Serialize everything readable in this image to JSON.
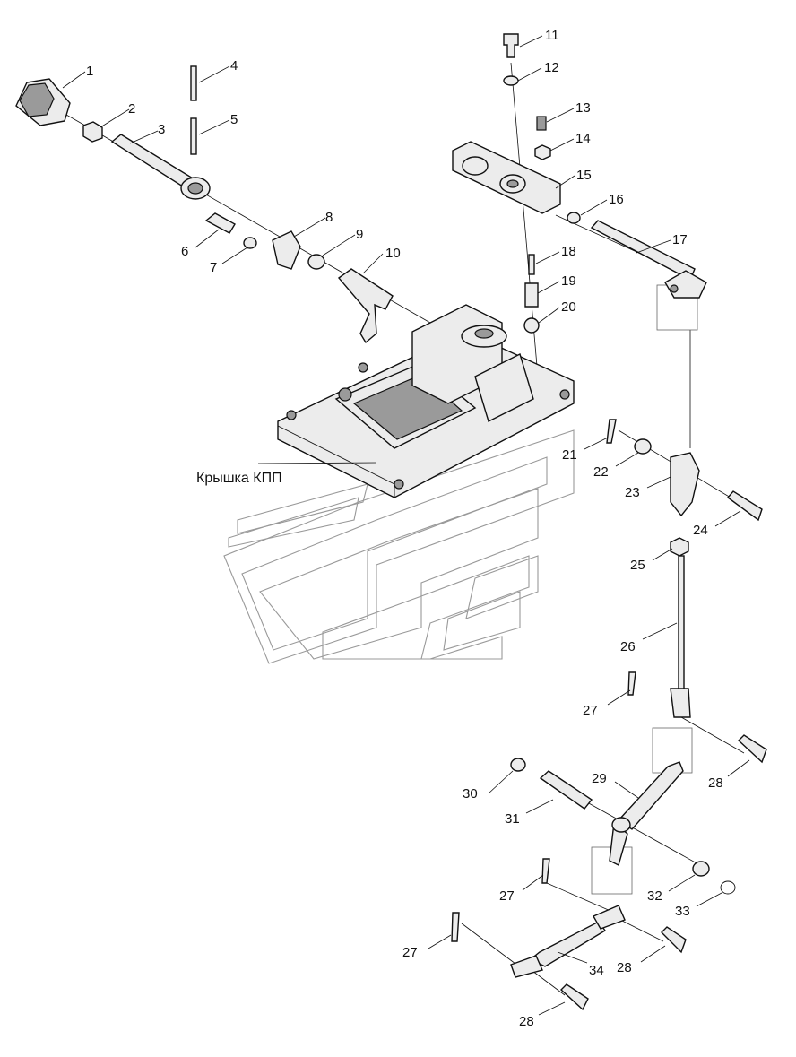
{
  "callouts": [
    {
      "id": "1",
      "label": "1"
    },
    {
      "id": "2",
      "label": "2"
    },
    {
      "id": "3",
      "label": "3"
    },
    {
      "id": "4",
      "label": "4"
    },
    {
      "id": "5",
      "label": "5"
    },
    {
      "id": "6",
      "label": "6"
    },
    {
      "id": "7",
      "label": "7"
    },
    {
      "id": "8",
      "label": "8"
    },
    {
      "id": "9",
      "label": "9"
    },
    {
      "id": "10",
      "label": "10"
    },
    {
      "id": "11",
      "label": "11"
    },
    {
      "id": "12",
      "label": "12"
    },
    {
      "id": "13",
      "label": "13"
    },
    {
      "id": "14",
      "label": "14"
    },
    {
      "id": "15",
      "label": "15"
    },
    {
      "id": "16",
      "label": "16"
    },
    {
      "id": "17",
      "label": "17"
    },
    {
      "id": "18",
      "label": "18"
    },
    {
      "id": "19",
      "label": "19"
    },
    {
      "id": "20",
      "label": "20"
    },
    {
      "id": "21",
      "label": "21"
    },
    {
      "id": "22",
      "label": "22"
    },
    {
      "id": "23",
      "label": "23"
    },
    {
      "id": "24",
      "label": "24"
    },
    {
      "id": "25",
      "label": "25"
    },
    {
      "id": "26",
      "label": "26"
    },
    {
      "id": "27a",
      "label": "27"
    },
    {
      "id": "28a",
      "label": "28"
    },
    {
      "id": "29",
      "label": "29"
    },
    {
      "id": "30",
      "label": "30"
    },
    {
      "id": "31",
      "label": "31"
    },
    {
      "id": "27b",
      "label": "27"
    },
    {
      "id": "32",
      "label": "32"
    },
    {
      "id": "33",
      "label": "33"
    },
    {
      "id": "27c",
      "label": "27"
    },
    {
      "id": "28b",
      "label": "28"
    },
    {
      "id": "34",
      "label": "34"
    },
    {
      "id": "28c",
      "label": "28"
    }
  ],
  "assembly_label": "Крышка КПП"
}
